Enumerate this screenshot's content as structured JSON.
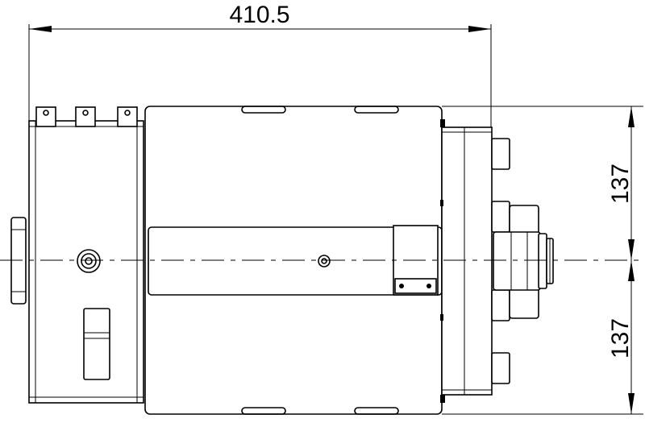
{
  "dimensions": {
    "overall_length": "410.5",
    "upper_height": "137",
    "lower_height": "137"
  }
}
